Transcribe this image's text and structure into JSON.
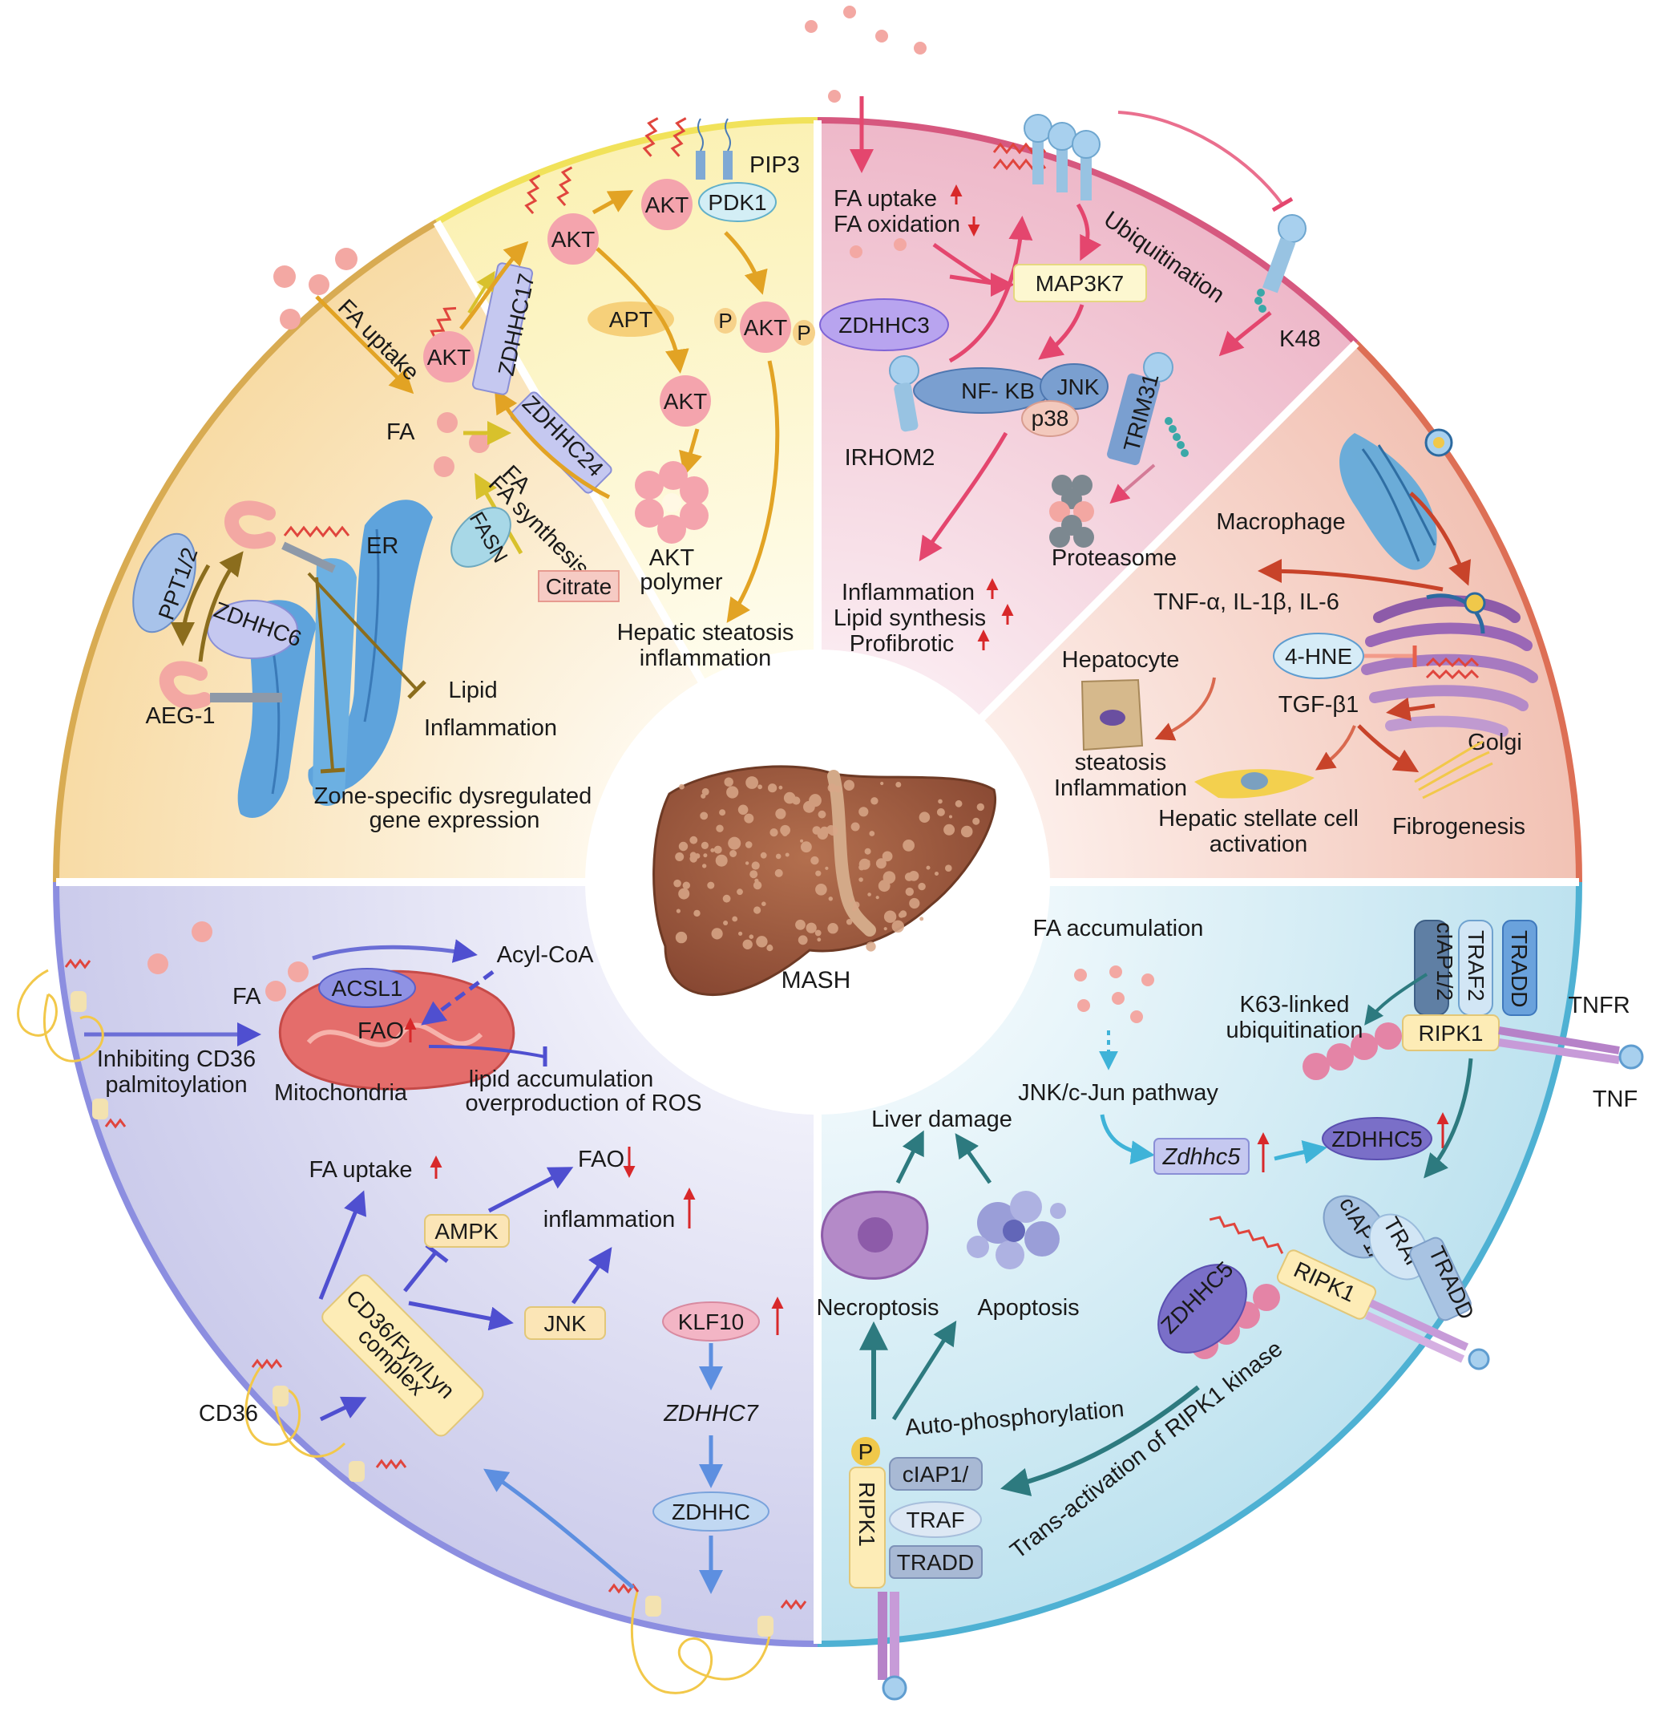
{
  "center_label": "MASH",
  "q1": {
    "fa_uptake": "FA uptake",
    "fa": "FA",
    "fa_synthesis": "FA synthesis",
    "fasn": "FASN",
    "citrate": "Citrate",
    "akt_a": "AKT",
    "akt_b": "AKT",
    "akt_c": "AKT",
    "akt_d": "AKT",
    "akt_e": "AKT",
    "p1": "P",
    "p2": "P",
    "pdk1": "PDK1",
    "pip3": "PIP3",
    "apt": "APT",
    "zdhhc17": "ZDHHC17",
    "zdhhc24": "ZDHHC24",
    "akt_polymer_1": "AKT",
    "akt_polymer_2": "polymer",
    "outcome_1": "Hepatic steatosis",
    "outcome_2": "inflammation"
  },
  "q2": {
    "fa_uptake": "FA uptake",
    "fa_oxidation": "FA oxidation",
    "zdhhc3": "ZDHHC3",
    "irhom2": "IRHOM2",
    "map3k7": "MAP3K7",
    "ubiquitination": "Ubiquitination",
    "k48": "K48",
    "nfkb": "NF- KB",
    "jnk": "JNK",
    "p38": "p38",
    "trim31": "TRIM31",
    "proteasome": "Proteasome",
    "out_1": "Inflammation",
    "out_2": "Lipid synthesis",
    "out_3": "Profibrotic"
  },
  "q3": {
    "macrophage": "Macrophage",
    "cytokines": "TNF-α, IL-1β, IL-6",
    "hepatocyte": "Hepatocyte",
    "hne": "4-HNE",
    "tgf": "TGF-β1",
    "golgi": "Golgi",
    "steatosis_1": "steatosis",
    "steatosis_2": "Inflammation",
    "hsc_1": "Hepatic stellate cell",
    "hsc_2": "activation",
    "fibrogenesis": "Fibrogenesis"
  },
  "q4": {
    "ppt": "PPT1/2",
    "er": "ER",
    "zdhhc6": "ZDHHC6",
    "aeg1": "AEG-1",
    "lipid_1": "Lipid",
    "lipid_2": "Inflammation",
    "zone_1": "Zone-specific dysregulated",
    "zone_2": "gene expression"
  },
  "q5": {
    "fa": "FA",
    "acsl1": "ACSL1",
    "acyl_coa": "Acyl-CoA",
    "fao": "FAO",
    "mitochondria": "Mitochondria",
    "lipid_acc": "lipid accumulation",
    "ros": "overproduction of ROS",
    "inhibit_1": "Inhibiting CD36",
    "inhibit_2": "palmitoylation",
    "fa_uptake": "FA uptake",
    "fao2": "FAO",
    "inflammation": "inflammation",
    "ampk": "AMPK",
    "jnk": "JNK",
    "klf10": "KLF10",
    "zdhhc7": "ZDHHC7",
    "zdhhc": "ZDHHC",
    "cd36": "CD36",
    "complex_1": "CD36/Fyn/Lyn",
    "complex_2": "complex"
  },
  "q6": {
    "fa_acc": "FA accumulation",
    "jnk_path": "JNK/c-Jun pathway",
    "zdhhc5_gene": "Zdhhc5",
    "zdhhc5_prot": "ZDHHC5",
    "k63_1": "K63-linked",
    "k63_2": "ubiquitination",
    "ciap": "cIAP1/2",
    "traf2": "TRAF2",
    "tradd": "TRADD",
    "ripk1": "RIPK1",
    "tnfr": "TNFR",
    "tnf": "TNF",
    "liver_damage": "Liver damage",
    "necroptosis": "Necroptosis",
    "apoptosis": "Apoptosis",
    "ciap_b": "cIAP1/",
    "traf_b": "TRAF",
    "tradd_b": "TRADD",
    "ripk1_b": "RIPK1",
    "zdhhc5_b": "ZDHHC5",
    "auto_phos": "Auto-phosphorylation",
    "trans_act": "Trans-activation of RIPK1 kinase",
    "p": "P",
    "ripk1_c": "RIPK1",
    "ciap_c": "cIAP1/",
    "traf_c": "TRAF",
    "tradd_c": "TRADD"
  },
  "colors": {
    "q1_fill": "#fdf6c9",
    "q1_border": "#f1e25a",
    "q2_fill": "#f4c9d6",
    "q2_border": "#d6587f",
    "q3_fill": "#f6d2c8",
    "q3_border": "#dd6f55",
    "q4_fill": "#fbe6bf",
    "q4_border": "#d8ab52",
    "q5_fill": "#dcdcf1",
    "q5_border": "#8c8ee0",
    "q6_fill": "#d7edf5",
    "q6_border": "#4eb1d3",
    "liver": "#9b5a3e"
  }
}
